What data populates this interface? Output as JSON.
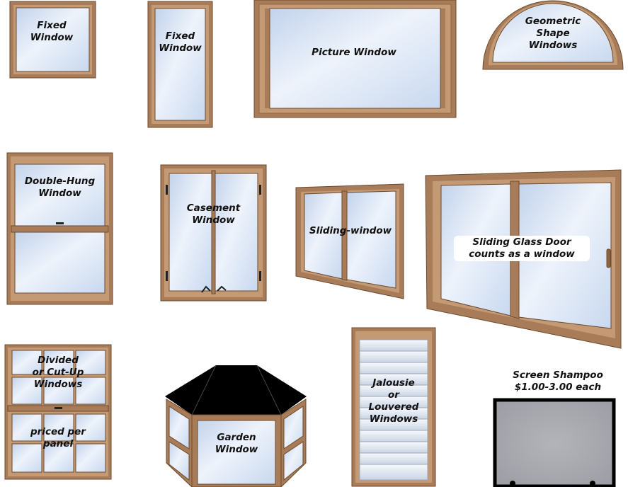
{
  "windows": [
    {
      "label": "Fixed\nWindow"
    },
    {
      "label": "Fixed\nWindow"
    },
    {
      "label": "Picture Window"
    },
    {
      "label": "Geometric\nShape\nWindows"
    },
    {
      "label": "Double-Hung\nWindow"
    },
    {
      "label": "Casement\nWindow"
    },
    {
      "label": "Sliding-window"
    },
    {
      "label": "Sliding Glass Door\ncounts as a window"
    },
    {
      "label": "Divided\nor Cut-Up\nWindows"
    },
    {
      "label": "priced per\npanel"
    },
    {
      "label": "Garden\nWindow"
    },
    {
      "label": "Jalousie\nor\nLouvered\nWindows"
    }
  ],
  "screen": {
    "title": "Screen Shampoo",
    "price": "$1.00-3.00 each"
  },
  "colors": {
    "frame": "#a87c58",
    "frame_dark": "#6b4a2e",
    "glass": "#d9e6f6",
    "roof": "#000000",
    "screen_mesh": "#a9aab0"
  }
}
